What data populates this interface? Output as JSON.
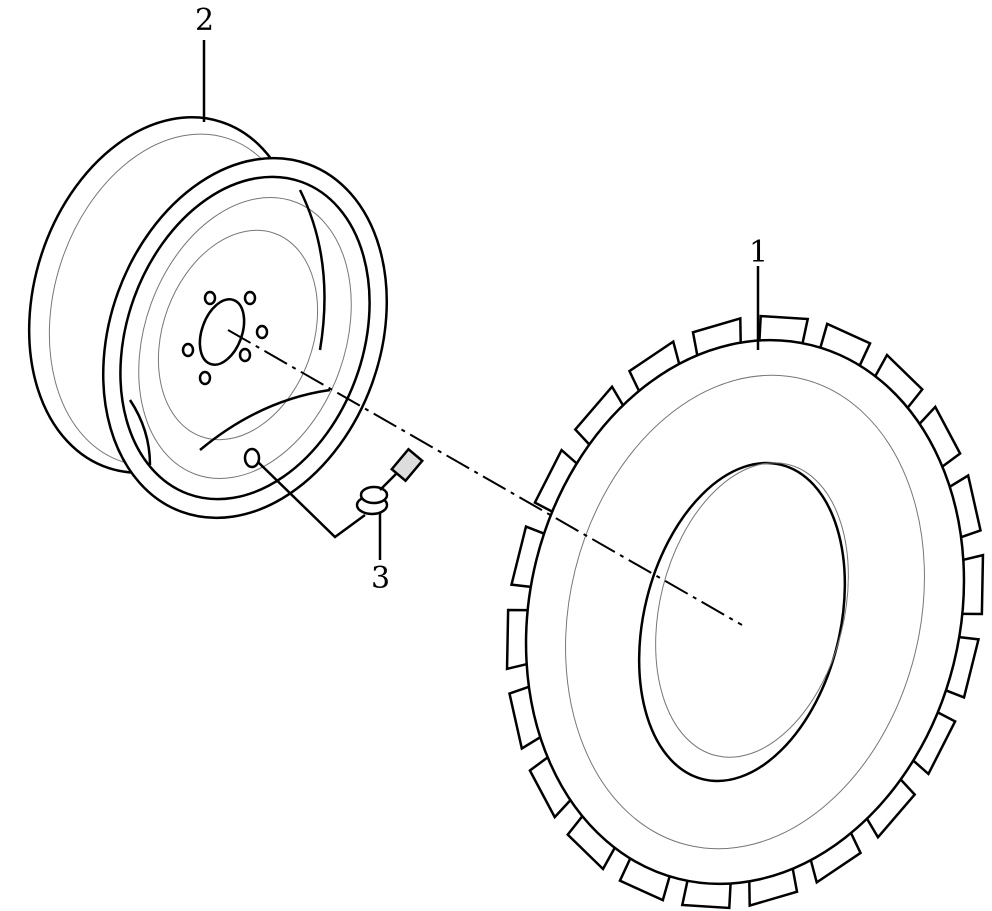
{
  "callouts": {
    "tire": "1",
    "rim": "2",
    "valve": "3"
  }
}
